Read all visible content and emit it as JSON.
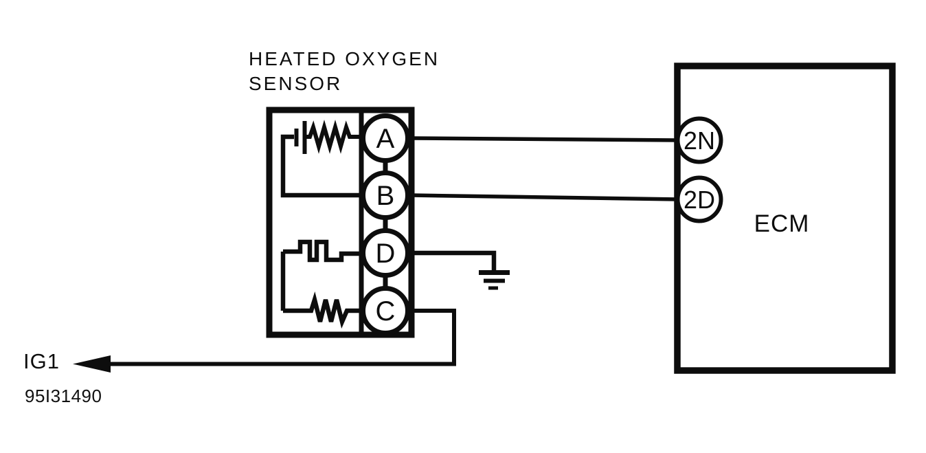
{
  "diagram": {
    "colors": {
      "ink": "#0d0d0d",
      "background": "#ffffff"
    },
    "sensor": {
      "title_line1": "HEATED OXYGEN",
      "title_line2": "SENSOR",
      "pins": [
        "A",
        "B",
        "D",
        "C"
      ]
    },
    "ecm": {
      "label": "ECM",
      "pins": [
        "2N",
        "2D"
      ]
    },
    "ig1_label": "IG1",
    "figure_code": "95I31490",
    "icons": {
      "ground": "ground-symbol",
      "ig1_arrow": "left-arrow"
    }
  }
}
